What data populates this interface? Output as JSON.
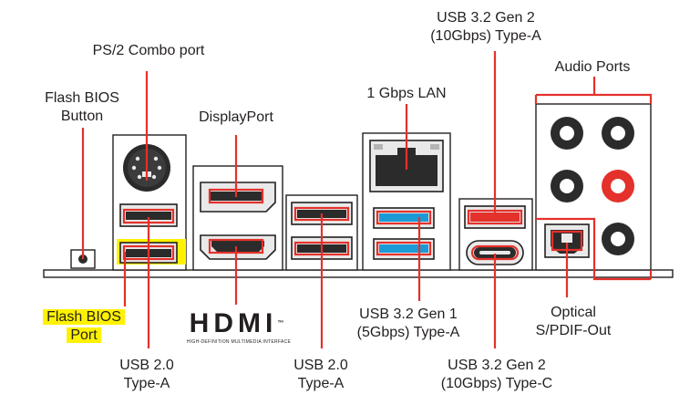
{
  "colors": {
    "callout": "#e4312b",
    "highlight": "#fff200",
    "outline": "#231f20",
    "port_dark": "#2b2b2b",
    "port_gray": "#e9e9e9",
    "usb_gen1_blue": "#1c9ad6",
    "usb_gen2_red": "#e4312b"
  },
  "labels": {
    "ps2": "PS/2 Combo port",
    "flash_bios_button_l1": "Flash BIOS",
    "flash_bios_button_l2": "Button",
    "displayport": "DisplayPort",
    "lan": "1 Gbps LAN",
    "usb32g2a_l1": "USB 3.2 Gen 2",
    "usb32g2a_l2": "(10Gbps) Type-A",
    "audio": "Audio Ports",
    "flash_bios_port_l1": "Flash BIOS",
    "flash_bios_port_l2": "Port",
    "usb20_left_l1": "USB 2.0",
    "usb20_left_l2": "Type-A",
    "usb20_mid_l1": "USB 2.0",
    "usb20_mid_l2": "Type-A",
    "usb32g1_l1": "USB 3.2 Gen 1",
    "usb32g1_l2": "(5Gbps) Type-A",
    "optical_l1": "Optical",
    "optical_l2": "S/PDIF-Out",
    "usb32g2c_l1": "USB 3.2 Gen 2",
    "usb32g2c_l2": "(10Gbps) Type-C"
  },
  "hdmi_logo": {
    "word": "HDMI",
    "trademark": "™",
    "tagline": "HIGH-DEFINITION MULTIMEDIA INTERFACE"
  },
  "icons": [
    "ps2-port-icon",
    "usb-a-port-icon",
    "hdmi-port-icon",
    "displayport-port-icon",
    "rj45-port-icon",
    "usb-c-port-icon",
    "audio-jack-icon",
    "optical-port-icon",
    "bios-button-icon"
  ]
}
